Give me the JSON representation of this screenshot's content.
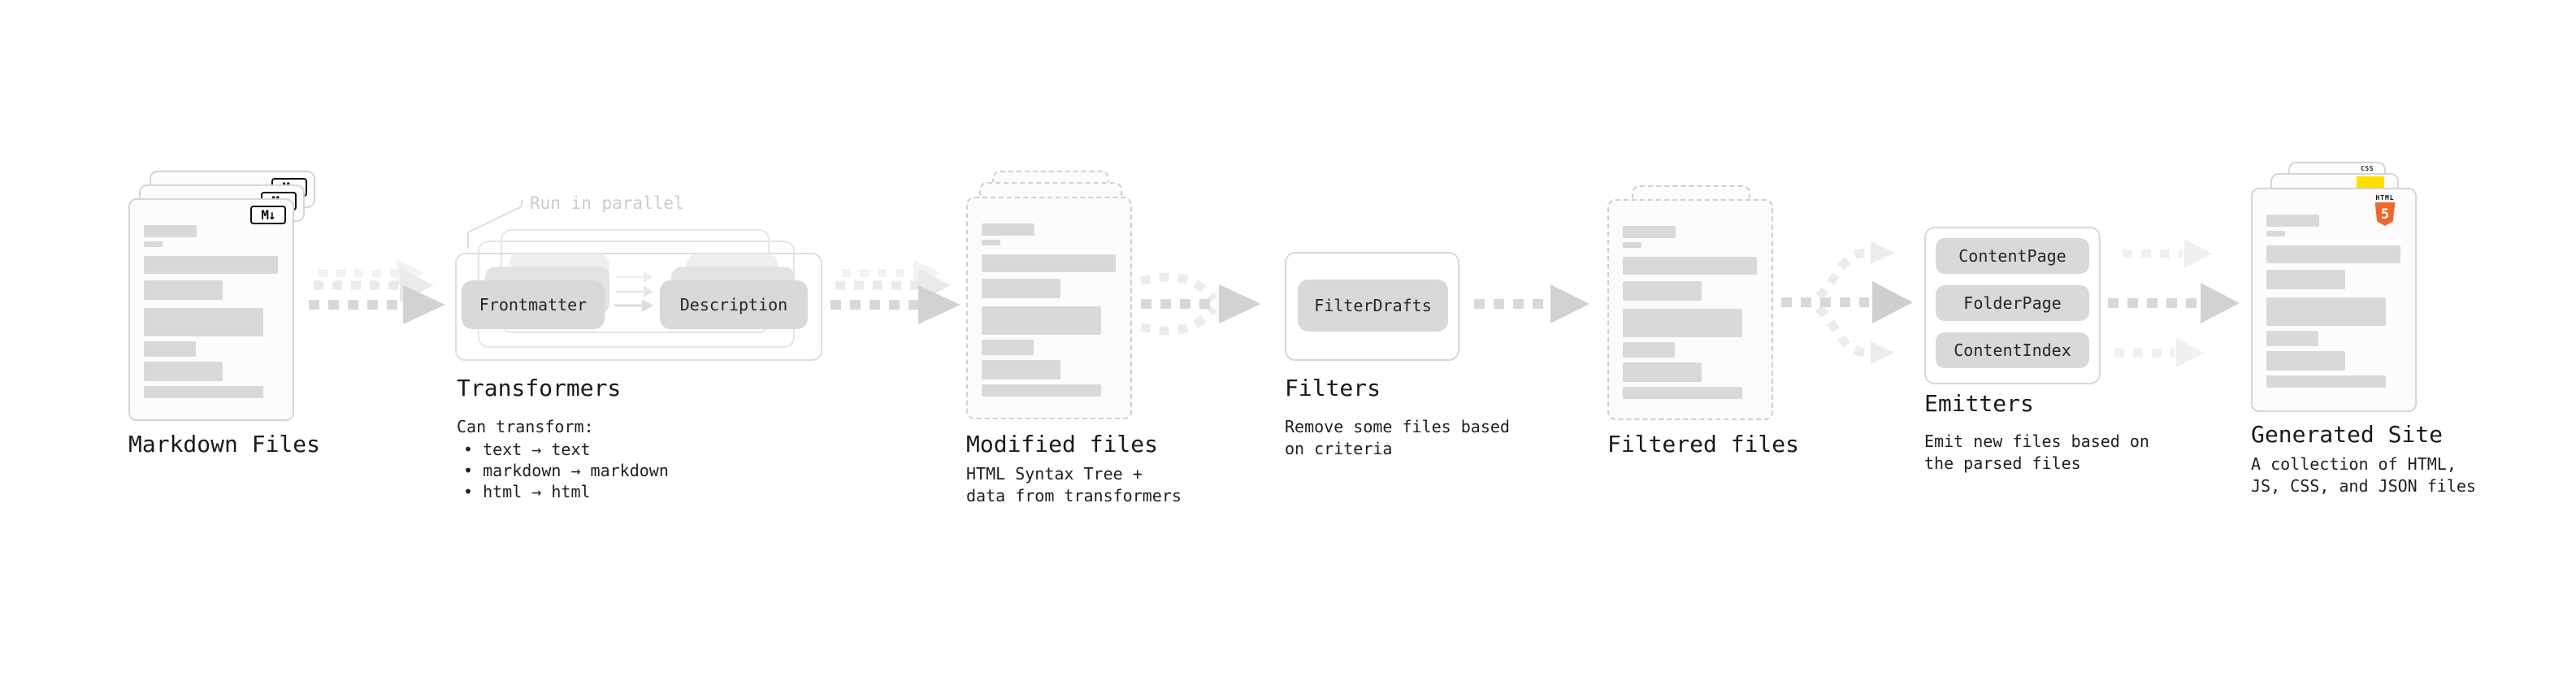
{
  "colors": {
    "background": "#ffffff",
    "placeholder_bar": "#d9d9d9",
    "node_fill": "#d9d9d9",
    "text": "#1d1d1d",
    "muted_note": "#cccccc",
    "html5_orange": "#f1662b",
    "js_yellow": "#ffdf00",
    "css_blue": "#1d5de8"
  },
  "nodes": {
    "markdown_files": {
      "label": "Markdown Files",
      "badge": "M↓"
    },
    "transformers": {
      "heading": "Transformers",
      "note": "Run in parallel",
      "source_button": "Frontmatter",
      "target_button": "Description",
      "sub_title": "Can transform:",
      "bullets": [
        "• text → text",
        "• markdown → markdown",
        "• html → html"
      ]
    },
    "modified_files": {
      "label": "Modified files",
      "sub_line1": "HTML Syntax Tree +",
      "sub_line2": "data from transformers"
    },
    "filters": {
      "heading": "Filters",
      "button": "FilterDrafts",
      "sub_line1": "Remove some files based",
      "sub_line2": "on criteria"
    },
    "filtered_files": {
      "label": "Filtered files"
    },
    "emitters": {
      "heading": "Emitters",
      "buttons": [
        "ContentPage",
        "FolderPage",
        "ContentIndex"
      ],
      "sub_line1": "Emit new files based on",
      "sub_line2": "the parsed files"
    },
    "generated_site": {
      "label": "Generated Site",
      "sub_line1": "A collection of HTML,",
      "sub_line2": "JS, CSS, and JSON files",
      "html5_word": "HTML",
      "html5_number": "5",
      "css_word": "CSS"
    }
  }
}
